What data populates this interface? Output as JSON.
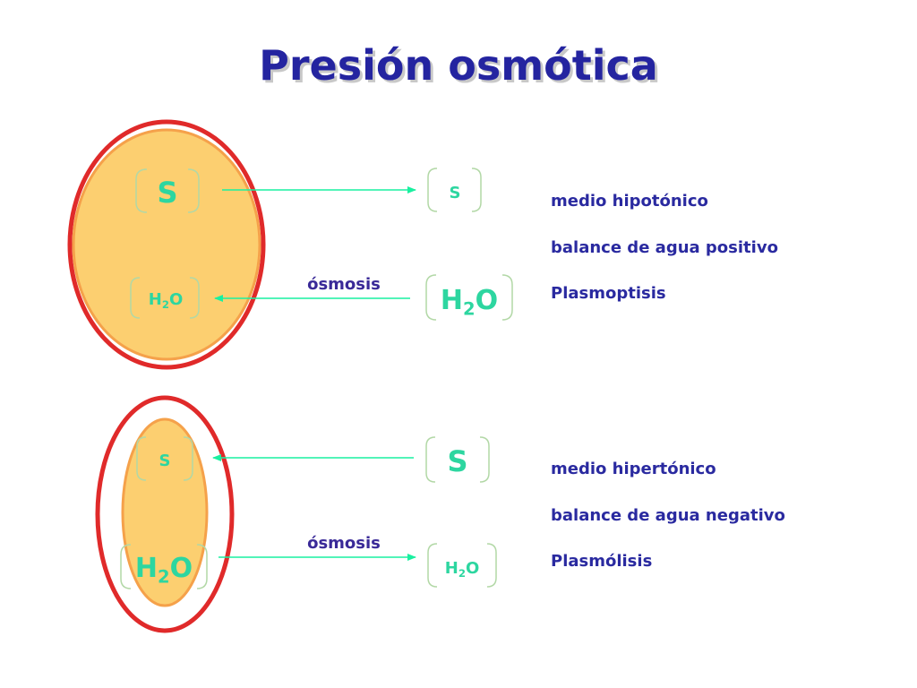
{
  "title": "Presión osmótica",
  "colors": {
    "title": "#2424a0",
    "title_shadow": "#c8c8c8",
    "cell_fill": "#fccf70",
    "cell_edge": "#f5a14a",
    "membrane": "#e02a2a",
    "bracket": "#b2d8a6",
    "symbol": "#2dd6a0",
    "arrow": "#19f0a0",
    "osmosis_label": "#3a2a98",
    "info_text": "#2a2aa0"
  },
  "top_panel": {
    "inner_solute": "S",
    "inner_water": "H2O",
    "outer_solute": "S",
    "outer_water": "H2O",
    "osmosis_label": "ósmosis",
    "info": [
      "medio hipotónico",
      "balance de agua positivo",
      "Plasmoptisis"
    ]
  },
  "bottom_panel": {
    "inner_solute": "S",
    "inner_water": "H2O",
    "outer_solute": "S",
    "outer_water": "H2O",
    "osmosis_label": "ósmosis",
    "info": [
      "medio hipertónico",
      "balance de agua negativo",
      "Plasmólisis"
    ]
  }
}
